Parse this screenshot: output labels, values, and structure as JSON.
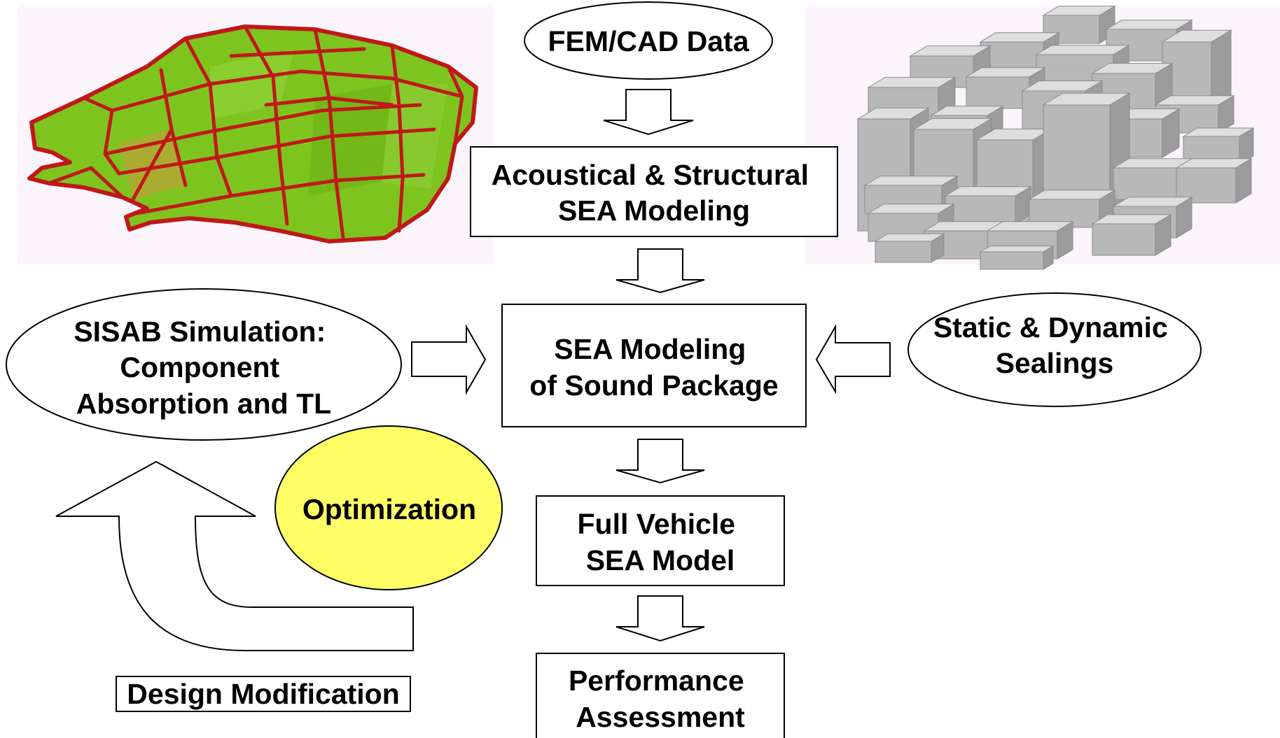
{
  "nodes": {
    "fem_cad": {
      "lines": [
        "FEM/CAD Data"
      ]
    },
    "acoustical_structural": {
      "lines": [
        "Acoustical & Structural",
        "SEA Modeling"
      ]
    },
    "sea_sound_package": {
      "lines": [
        "SEA Modeling",
        "of Sound Package"
      ]
    },
    "sisab": {
      "lines": [
        "SISAB Simulation:",
        "Component",
        "Absorption and TL"
      ]
    },
    "static_dynamic": {
      "lines": [
        "Static & Dynamic",
        "Sealings"
      ]
    },
    "optimization": {
      "lines": [
        "Optimization"
      ]
    },
    "full_vehicle": {
      "lines": [
        "Full Vehicle",
        "SEA Model"
      ]
    },
    "performance": {
      "lines": [
        "Performance",
        "Assessment"
      ]
    },
    "design_modification": {
      "lines": [
        "Design Modification"
      ]
    }
  },
  "colors": {
    "optimization_fill": "#ffff66",
    "car_body": "#7ec41f",
    "car_frame": "#c01818",
    "block_face": "#b8b8b8",
    "image_background": "#fbf4fb"
  },
  "images": {
    "left": "car-body-fem-mesh",
    "right": "sea-subsystem-blocks"
  }
}
